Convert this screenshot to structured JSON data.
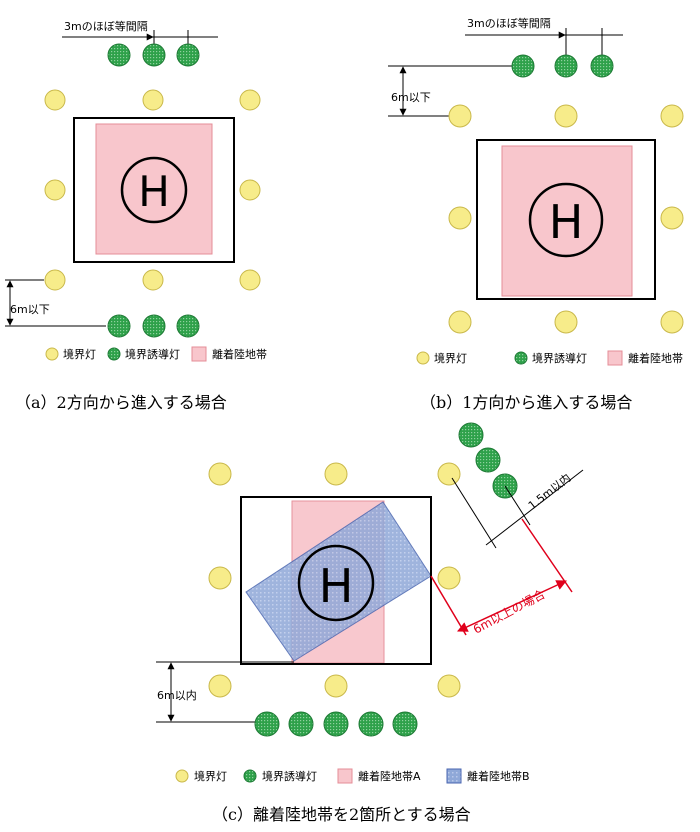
{
  "colors": {
    "boundary_light": "#f7ec8a",
    "guidance_light": "#2ea14a",
    "zone": "#f8c6cc",
    "zone_b": "#8fa8d8",
    "dimension_red": "#e0001b"
  },
  "legend": {
    "boundary_light": "境界灯",
    "guidance_light": "境界誘導灯",
    "zone": "離着陸地帯",
    "zone_a": "離着陸地帯A",
    "zone_b": "離着陸地帯B"
  },
  "helipad_mark": "H",
  "diagram_a": {
    "caption": "（a）2方向から進入する場合",
    "spacing_label": "3mのほぼ等間隔",
    "distance_label": "6m以下"
  },
  "diagram_b": {
    "caption": "（b）1方向から進入する場合",
    "spacing_label": "3mのほぼ等間隔",
    "distance_label": "6m以下"
  },
  "diagram_c": {
    "caption": "（c）離着陸地帯を2箇所とする場合",
    "diagonal_distance_label": "1.5m以内",
    "red_distance_label": "6m以上の場合",
    "distance_label": "6m以内"
  }
}
